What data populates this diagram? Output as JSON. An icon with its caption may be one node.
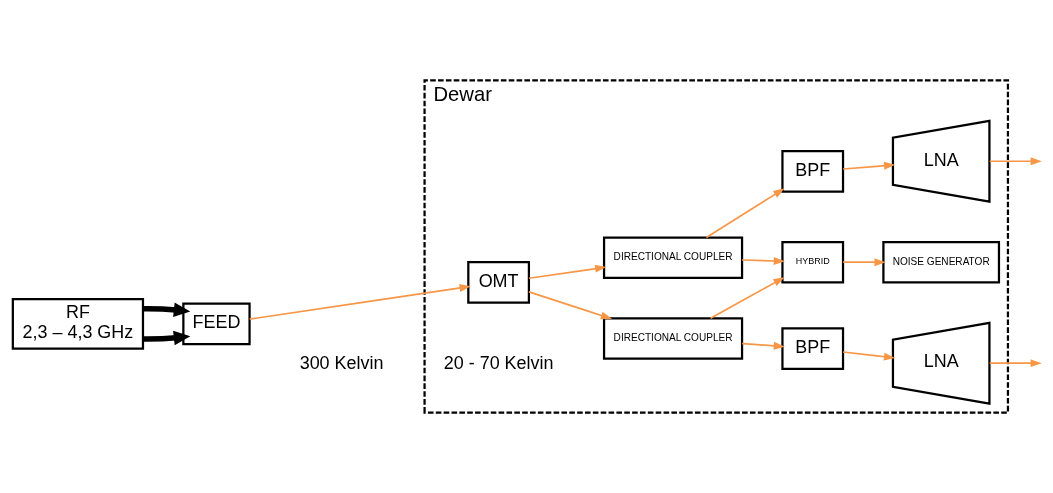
{
  "diagram": {
    "nodes": [
      {
        "text": [
          "Dewar"
        ]
      },
      {
        "text": [
          "RF",
          "2,3 – 4,3 GHz"
        ]
      },
      {
        "text": [
          "FEED"
        ]
      },
      {
        "text": [
          "OMT"
        ],
        "in": 0
      },
      {
        "text": [
          "DIRECTIONAL COUPLER"
        ],
        "in": 0
      },
      {
        "text": [
          "BPF"
        ],
        "in": 0
      },
      {
        "text": [
          "LNA"
        ],
        "in": 0
      },
      {
        "text": [
          "HYBRID"
        ],
        "in": 0
      },
      {
        "text": [
          "NOISE GENERATOR"
        ],
        "in": 0
      },
      {
        "text": [
          "DIRECTIONAL COUPLER"
        ],
        "in": 0
      },
      {
        "text": [
          "BPF"
        ],
        "in": 0
      },
      {
        "text": [
          "LNA"
        ],
        "in": 0
      }
    ],
    "edges": [
      {
        "from": 1,
        "to": 2,
        "arrow": "to",
        "style": "thick",
        "color": "#000000"
      },
      {
        "from": 1,
        "to": 2,
        "arrow": "to",
        "style": "thick",
        "color": "#000000"
      },
      {
        "from": 2,
        "to": 3,
        "arrow": "to"
      },
      {
        "from": 3,
        "to": 4,
        "arrow": "to"
      },
      {
        "from": 3,
        "to": 9,
        "arrow": "to"
      },
      {
        "from": 4,
        "to": 5,
        "arrow": "to"
      },
      {
        "from": 5,
        "to": 6,
        "arrow": "to"
      },
      {
        "from": 6,
        "to": null,
        "arrow": "to"
      },
      {
        "from": 4,
        "to": 7,
        "arrow": "to"
      },
      {
        "from": 9,
        "to": 7,
        "arrow": "to"
      },
      {
        "from": 7,
        "to": 8,
        "arrow": "to"
      },
      {
        "from": 9,
        "to": 10,
        "arrow": "to"
      },
      {
        "from": 10,
        "to": 11,
        "arrow": "to"
      },
      {
        "from": 11,
        "to": null,
        "arrow": "to"
      }
    ],
    "labels": [
      "300 Kelvin",
      "20 - 70 Kelvin"
    ]
  }
}
